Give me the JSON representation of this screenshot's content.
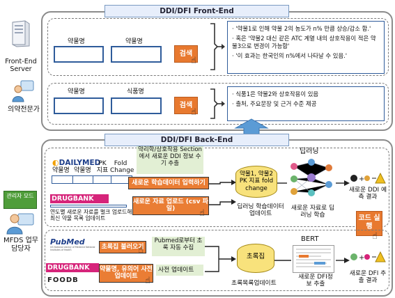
{
  "frontend": {
    "title": "DDI/DFI Front-End",
    "server_label": "Front-End Server",
    "expert_label": "의약전문가",
    "ddi": {
      "label1": "약물명",
      "label2": "약물명",
      "search": "검색",
      "results": [
        "· '약물1로 인해 약물 2의 농도가 n% 만큼 상승/감소 함.'",
        "· 혹은 '약물2 대신 같은 ATC 계열 내의 상호작용이 적은 약물3으로 변경이 가능함'",
        "· '이 효과는 한국인의 n%에서 나타날 수 있음.'"
      ]
    },
    "dfi": {
      "label1": "약물명",
      "label2": "식품명",
      "search": "검색",
      "results": [
        "· 식품1은 약물2와 상호작용이 있음",
        "· 출처, 주요문장 및 근거 수준 제공"
      ]
    }
  },
  "backend": {
    "title": "DDI/DFI Back-End",
    "admin": {
      "badge": "관리자 모드",
      "role": "MFDS 업무 담당자"
    },
    "dailymed": {
      "logo": "DAILYMED",
      "col1": "약물명",
      "col2": "약물명",
      "col3": "PK 지표",
      "col4": "Fold Change"
    },
    "manual_extract": "약리학/상호작용 Section에서 새로운 DDI 정보 수기 추출",
    "btn_input_train": "새로운 학습데이터 입력하기",
    "drugbank_logo": "DRUGBANK",
    "btn_upload": "새로운 자료 업로드 (csv 파일)",
    "drugbank_note": "연도별 새로운 자료를 벌크 업로드해 최신 약물 목록 업데이트",
    "train_db": "약물1, 약물2 PK 지표 fold change",
    "train_update": "딥러닝 학습데이터 업데이트",
    "deep_learning": "딥러닝",
    "dl_train": "새로운 자료로 딥러닝 학습",
    "ddi_predict": "새로운 DDI 예측 결과",
    "code_run": "코드 실행",
    "pubmed_logo": "PubMed",
    "pubmed_sub": "US National Library of Medicine National Institutes of Health",
    "btn_abstract": "초록집 불러오기",
    "pubmed_auto": "Pubmed로부터 초록 자동 수집",
    "drugbank2_logo": "DRUGBANK",
    "foodb_logo": "FOODB",
    "btn_dict": "약물명, 유의어 사전 업데이트",
    "dict_update": "사전 업데이트",
    "abstract_db": "초록집",
    "abstract_update": "초록목록업데이트",
    "bert": "BERT",
    "dfi_extract": "새로운 DFI정보 추출",
    "dfi_result": "새로운 DFI 추출 결과"
  },
  "colors": {
    "title_bg": "#e7eefb",
    "orange": "#e8792f",
    "blue_border": "#2e5b9a",
    "green_bg": "#e2efd4",
    "arrow_blue": "#5b9bd5"
  }
}
